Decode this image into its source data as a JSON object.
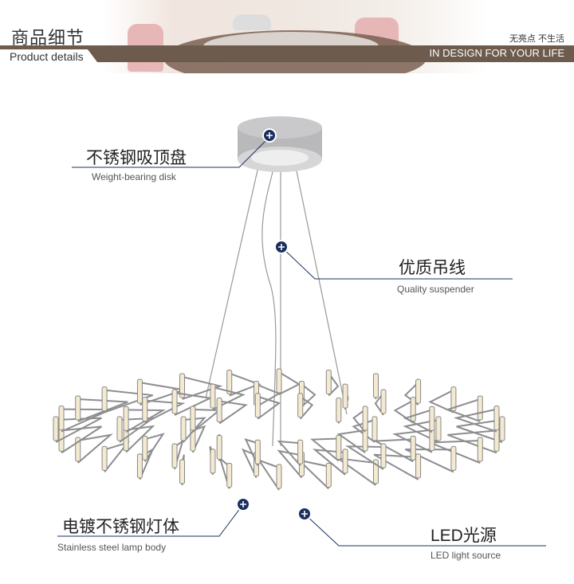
{
  "header": {
    "title_cn": "商品细节",
    "title_en": "Product details",
    "slogan_cn": "无亮点 不生活",
    "slogan_en": "IN DESIGN  FOR YOUR LIFE"
  },
  "callouts": [
    {
      "cn": "不锈钢吸顶盘",
      "en": "Weight-bearing disk"
    },
    {
      "cn": "优质吊线",
      "en": "Quality suspender"
    },
    {
      "cn": "电镀不锈钢灯体",
      "en": "Stainless steel lamp body"
    },
    {
      "cn": "LED光源",
      "en": "LED light source"
    }
  ],
  "colors": {
    "accent": "#1b2f5e",
    "band": "#6d5b4d"
  }
}
